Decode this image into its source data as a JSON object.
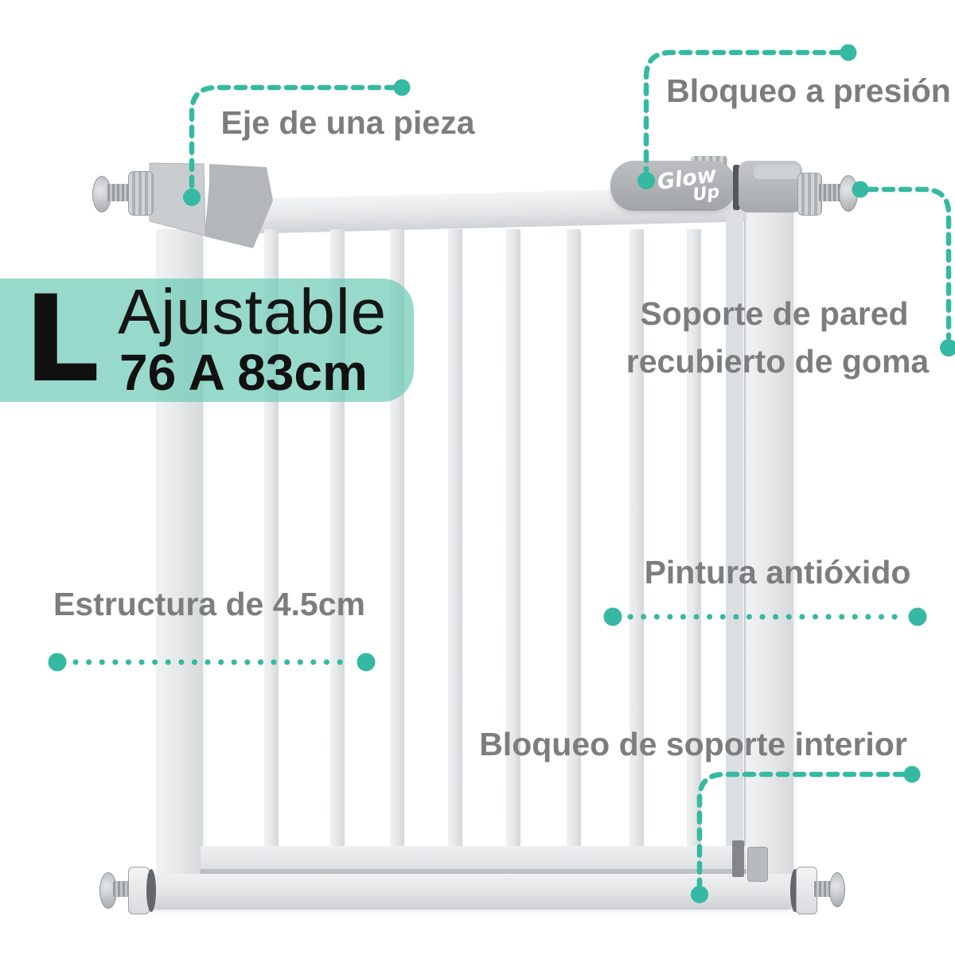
{
  "badge": {
    "size_letter": "L",
    "title": "Ajustable",
    "range": "76 A 83cm",
    "bg_color": "rgba(111,204,184,0.72)"
  },
  "brand_logo": {
    "word1": "Glow",
    "word2": "Up"
  },
  "callouts": {
    "hinge_label": "Eje de una pieza",
    "pressure_lock_label": "Bloqueo a presión",
    "wall_support_line1": "Soporte de pared",
    "wall_support_line2": "recubierto de goma",
    "paint_label": "Pintura antióxido",
    "frame_label": "Estructura de 4.5cm",
    "inner_lock_label": "Bloqueo de soporte interior"
  },
  "colors": {
    "accent_teal": "#35b9a2",
    "label_gray": "#7b7d7f",
    "text_black": "#111111",
    "gate_gray": "#e2e5e7",
    "hardware_gray": "#b5b9bc"
  }
}
